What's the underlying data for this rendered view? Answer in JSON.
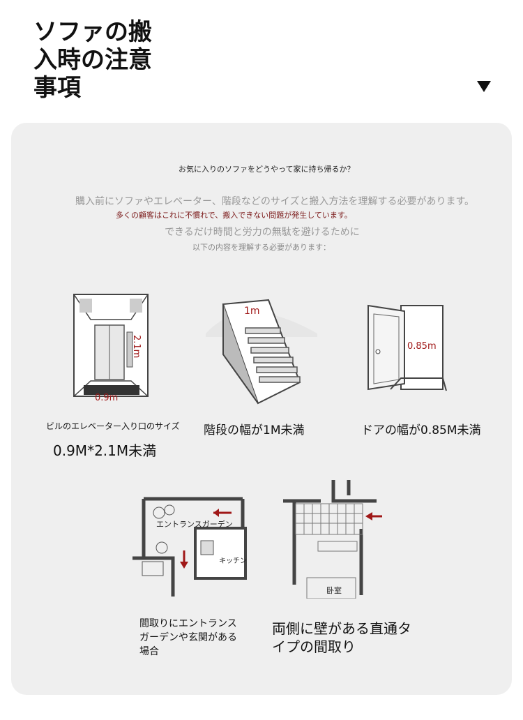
{
  "title": "ソファの搬入時の注意事項",
  "intro": {
    "question": "お気に入りのソファをどうやって家に持ち帰るか？",
    "line1": "購入前にソファやエレベーター、階段などのサイズと搬入方法を理解する必要があります。",
    "line2": "多くの顧客はこれに不慣れで、搬入できない問題が発生しています。",
    "line3": "できるだけ時間と労力の無駄を避けるために",
    "line4": "以下の内容を理解する必要があります："
  },
  "items": [
    {
      "caption": "ビルのエレベーター入り口のサイズ",
      "sub": "0.9M*2.1M未満",
      "dim_w": "0.9m",
      "dim_h": "2.1m"
    },
    {
      "caption": "階段の幅が1M未満",
      "dim": "1m"
    },
    {
      "caption": "ドアの幅が0.85M未満",
      "dim": "0.85m"
    },
    {
      "caption": "間取りにエントランスガーデンや玄関がある場合",
      "labels": [
        "エントランスガーデン",
        "キッチン"
      ]
    },
    {
      "caption": "両側に壁がある直通タイプの間取り",
      "labels": [
        "卧室"
      ]
    }
  ],
  "accent": "#a01818"
}
